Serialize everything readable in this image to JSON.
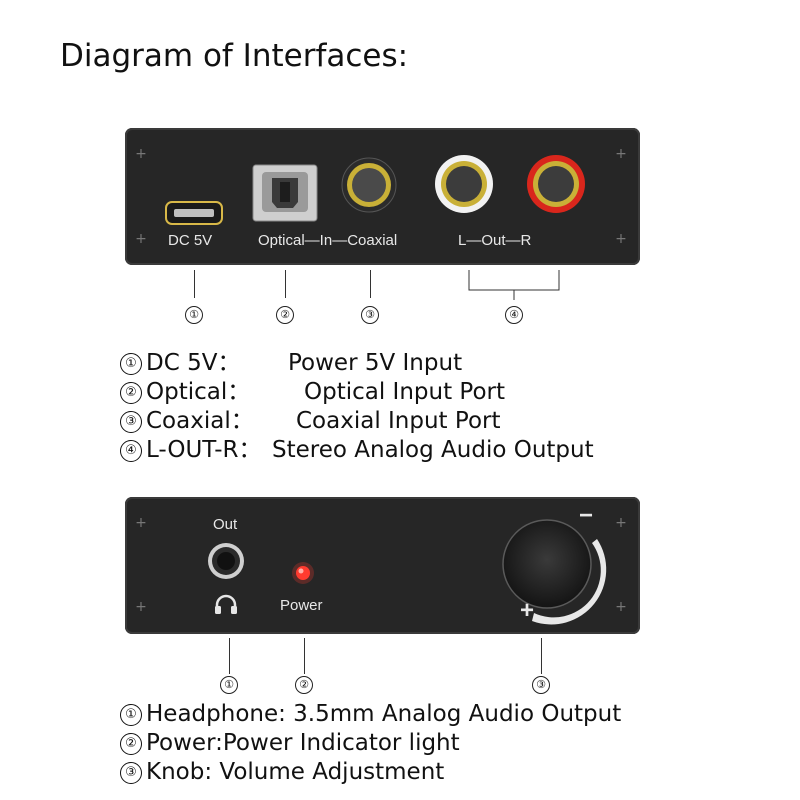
{
  "title": "Diagram of Interfaces:",
  "back_panel": {
    "labels": {
      "dc": "DC 5V",
      "optical_in_coaxial": "Optical—In—Coaxial",
      "l_out_r": "L—Out—R"
    },
    "markers": [
      "①",
      "②",
      "③",
      "④"
    ]
  },
  "back_legend": [
    {
      "num": "①",
      "key": "DC 5V：",
      "desc": "Power 5V Input"
    },
    {
      "num": "②",
      "key": "Optical：",
      "desc": "Optical Input Port"
    },
    {
      "num": "③",
      "key": "Coaxial：",
      "desc": "Coaxial Input Port"
    },
    {
      "num": "④",
      "key": "L-OUT-R：",
      "desc": "Stereo Analog Audio Output"
    }
  ],
  "front_panel": {
    "labels": {
      "out": "Out",
      "power": "Power",
      "minus": "−",
      "plus": "+"
    },
    "markers": [
      "①",
      "②",
      "③"
    ]
  },
  "front_legend": [
    {
      "num": "①",
      "text": "Headphone: 3.5mm Analog Audio Output"
    },
    {
      "num": "②",
      "text": "Power:Power Indicator light"
    },
    {
      "num": "③",
      "text": "Knob: Volume Adjustment"
    }
  ],
  "colors": {
    "panel": "#262626",
    "rca_white": "#f2f2f2",
    "rca_red": "#d9261c",
    "coax_gold": "#c9b037",
    "led": "#ff3b2f"
  }
}
